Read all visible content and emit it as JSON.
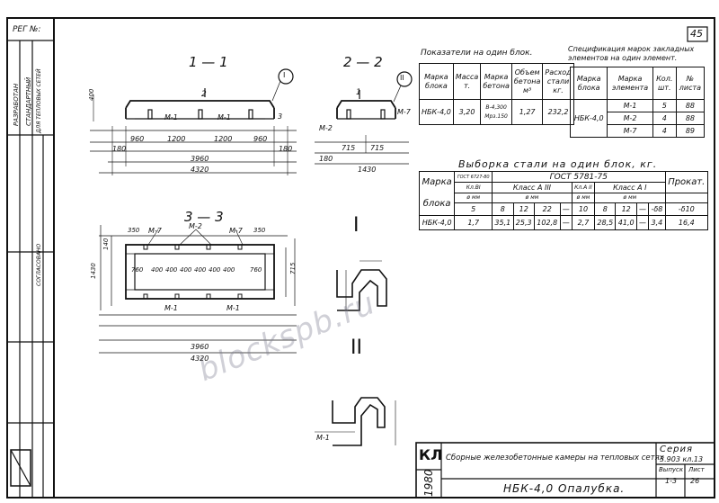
{
  "sheet_number": "45",
  "stamp_top": "РЕГ №:",
  "left_strip": {
    "items": [
      "РАЗРАБОТАН",
      "СТАНДАРТНЫЙ",
      "ДЛЯ ТЕПЛОВЫХ СЕТЕЙ",
      "СОГЛАСОВАНО"
    ]
  },
  "sections": {
    "s11": "1 — 1",
    "s22": "2 — 2",
    "s33": "3 — 3",
    "detail_I": "I",
    "detail_II": "II"
  },
  "dims": {
    "s11_bottom": [
      "960",
      "1200",
      "1200",
      "960"
    ],
    "s11_total": "3960",
    "s11_outer": "4320",
    "s11_side": "180",
    "s11_left": "400",
    "s22_bottom": [
      "715",
      "715"
    ],
    "s22_total": "1430",
    "s22_side": "180",
    "s33_inner": [
      "760",
      "400",
      "400",
      "400",
      "400",
      "400",
      "400",
      "760"
    ],
    "s33_total": "3960",
    "s33_outer": "4320",
    "s33_left": "1430",
    "s33_right": "715",
    "s33_top": "350",
    "s33_side": "140",
    "labels": {
      "m1": "М-1",
      "m2": "М-2",
      "m7": "М-7",
      "cut2": "2",
      "cut1": "1",
      "cut3": "3"
    }
  },
  "indicators": {
    "title": "Показатели на один блок.",
    "headers": [
      "Марка блока",
      "Масса т.",
      "Марка бетона",
      "Объем бетона м³",
      "Расход стали кг."
    ],
    "row": [
      "НБК-4,0",
      "3,20",
      "В-4,300 Мрз.150",
      "1,27",
      "232,2"
    ]
  },
  "spec": {
    "title": "Спецификация марок закладных элементов на один элемент.",
    "headers": [
      "Марка блока",
      "Марка элемента",
      "Кол. шт.",
      "№ листа"
    ],
    "block": "НБК-4,0",
    "rows": [
      [
        "М-1",
        "5",
        "88"
      ],
      [
        "М-2",
        "4",
        "88"
      ],
      [
        "М-7",
        "4",
        "89"
      ]
    ]
  },
  "steel": {
    "title": "Выборка стали на один блок, кг.",
    "gost": "ГОСТ 5781-75",
    "prokat": "Прокат.",
    "mark_label": "Марка",
    "block_label": "блока",
    "gost_small": "ГОСТ 6727-80",
    "class_v1": "Кл.ВI",
    "class_a3": "Класс А III",
    "class_a2": "Кл.А II",
    "class_a1": "Класс А I",
    "dmm": "ø мм",
    "sizes": [
      "5",
      "8",
      "12",
      "22",
      "—",
      "10",
      "8",
      "12",
      "—",
      "-δ8",
      "-δ10"
    ],
    "row_mark": "НБК-4,0",
    "values": [
      "1,7",
      "35,1",
      "25,3",
      "102,8",
      "—",
      "2,7",
      "28,5",
      "41,0",
      "—",
      "3,4",
      "16,4"
    ]
  },
  "title_block": {
    "kl": "КЛ",
    "year": "1980",
    "description": "Сборные железобетонные камеры на тепловых сетях",
    "series_label": "Серия",
    "series": "3.903 кл.13",
    "issue_label": "Выпуск",
    "issue": "1-3",
    "sheet_label": "Лист",
    "sheet": "26",
    "drawing": "НБК-4,0  Опалубка."
  },
  "watermark": "blockspb.ru"
}
